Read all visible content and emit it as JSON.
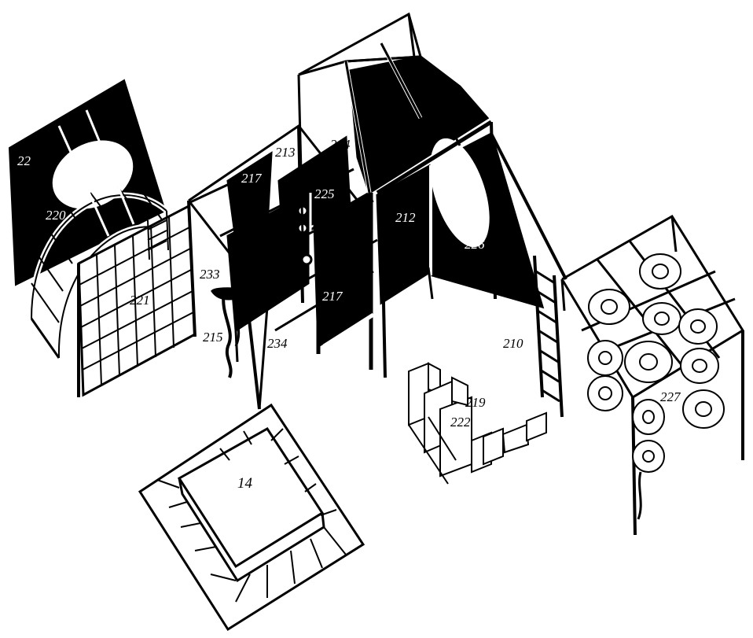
{
  "labels": {
    "l214": "214",
    "l213": "213",
    "l217a": "217",
    "l225": "225",
    "l22_left": "22",
    "l220": "220",
    "l221": "221",
    "l233": "233",
    "l215": "215",
    "l234": "234",
    "l217b": "217",
    "l212": "212",
    "l226": "226",
    "l210": "210",
    "l219": "219",
    "l222": "222",
    "l227": "227",
    "l14": "14"
  },
  "colors": {
    "ink": "#000000",
    "paper": "#ffffff"
  }
}
